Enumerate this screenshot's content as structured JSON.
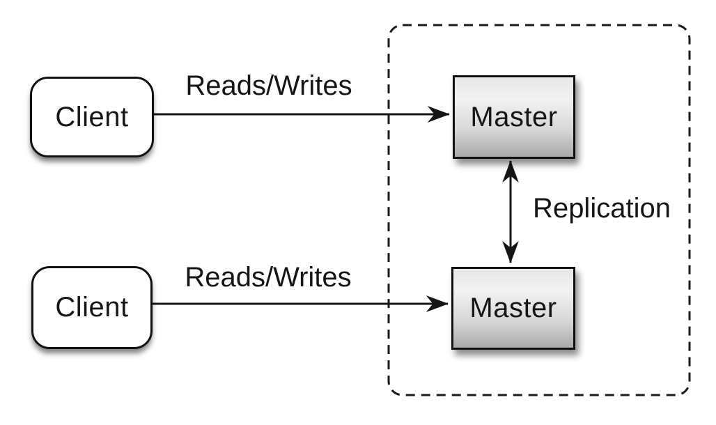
{
  "diagram": {
    "nodes": {
      "client_top": {
        "label": "Client",
        "type": "client"
      },
      "client_bottom": {
        "label": "Client",
        "type": "client"
      },
      "master_top": {
        "label": "Master",
        "type": "master"
      },
      "master_bottom": {
        "label": "Master",
        "type": "master"
      }
    },
    "edges": {
      "reads_writes_top": {
        "label": "Reads/Writes",
        "from": "client_top",
        "to": "master_top",
        "direction": "one-way"
      },
      "reads_writes_bottom": {
        "label": "Reads/Writes",
        "from": "client_bottom",
        "to": "master_bottom",
        "direction": "one-way"
      },
      "replication": {
        "label": "Replication",
        "from": "master_top",
        "to": "master_bottom",
        "direction": "two-way"
      }
    },
    "boundary": {
      "style": "dashed",
      "encloses": [
        "master_top",
        "master_bottom"
      ]
    },
    "colors": {
      "background": "#ffffff",
      "stroke": "#161616",
      "text": "#161616",
      "client_fill": "#ffffff",
      "master_fill_top": "#f0f0f0",
      "master_fill_bottom": "#aaaaaa"
    }
  }
}
